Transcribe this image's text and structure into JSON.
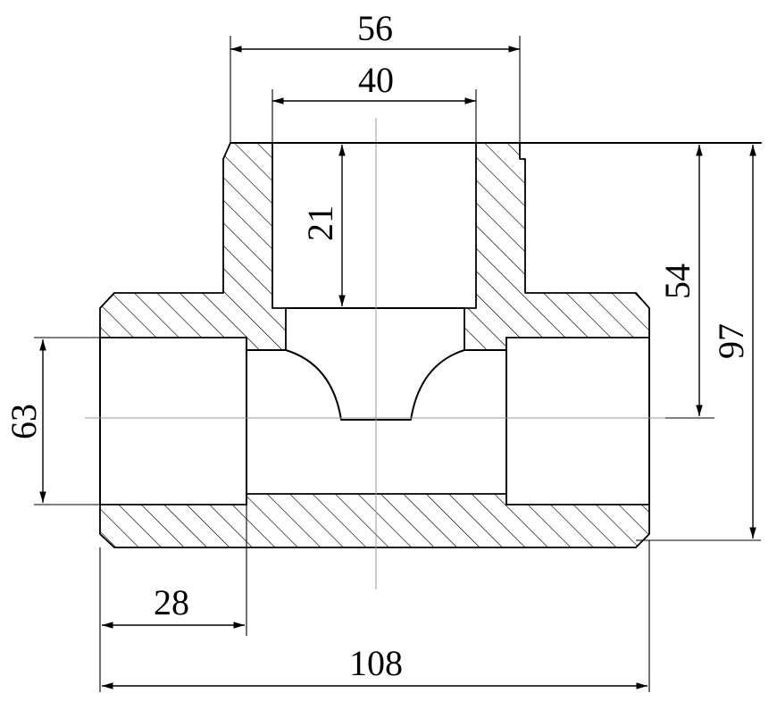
{
  "dimensions": {
    "socket_outer_width": "56",
    "socket_inner_width": "40",
    "socket_depth": "21",
    "branch_height": "54",
    "overall_height": "97",
    "run_bore": "63",
    "run_socket_depth": "28",
    "overall_length": "108"
  }
}
